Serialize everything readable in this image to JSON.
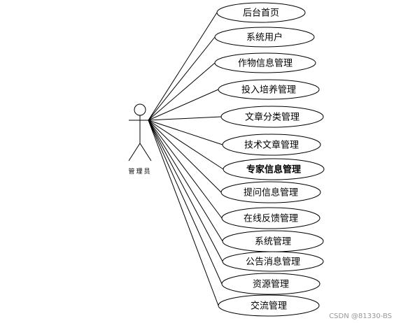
{
  "actor": {
    "label": "管理员"
  },
  "use_cases": [
    {
      "id": "uc-home",
      "label": "后台首页",
      "bold": false
    },
    {
      "id": "uc-system-user",
      "label": "系统用户",
      "bold": false
    },
    {
      "id": "uc-crop-info",
      "label": "作物信息管理",
      "bold": false
    },
    {
      "id": "uc-cultivation",
      "label": "投入培养管理",
      "bold": false
    },
    {
      "id": "uc-article-category",
      "label": "文章分类管理",
      "bold": false
    },
    {
      "id": "uc-tech-article",
      "label": "技术文章管理",
      "bold": false
    },
    {
      "id": "uc-expert-info",
      "label": "专家信息管理",
      "bold": true
    },
    {
      "id": "uc-question-info",
      "label": "提问信息管理",
      "bold": false
    },
    {
      "id": "uc-feedback",
      "label": "在线反馈管理",
      "bold": false
    },
    {
      "id": "uc-system-manage",
      "label": "系统管理",
      "bold": false
    },
    {
      "id": "uc-notice",
      "label": "公告消息管理",
      "bold": false
    },
    {
      "id": "uc-resource",
      "label": "资源管理",
      "bold": false
    },
    {
      "id": "uc-exchange",
      "label": "交流管理",
      "bold": false
    }
  ],
  "watermark": "CSDN @81330-BS"
}
